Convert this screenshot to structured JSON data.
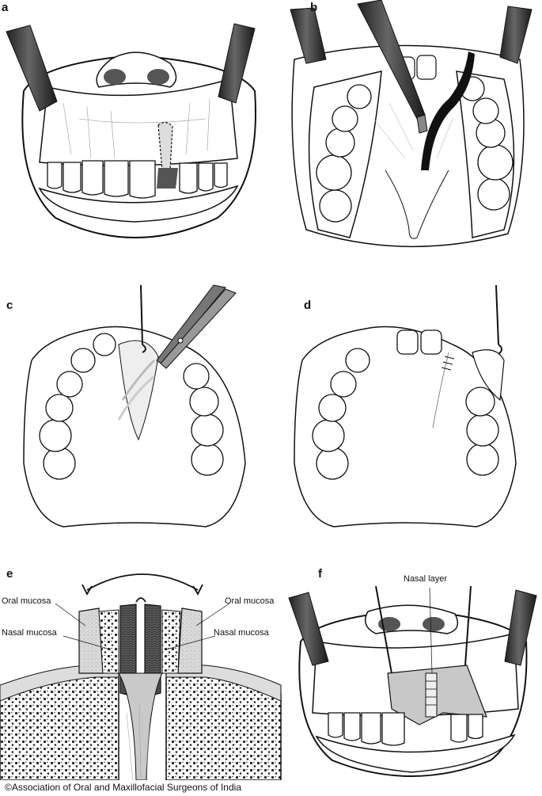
{
  "panels": {
    "a": {
      "letter": "a"
    },
    "b": {
      "letter": "b"
    },
    "c": {
      "letter": "c"
    },
    "d": {
      "letter": "d"
    },
    "e": {
      "letter": "e",
      "labels": {
        "oral_mucosa_left": "Oral mucosa",
        "oral_mucosa_right": "Oral mucosa",
        "nasal_mucosa_left": "Nasal mucosa",
        "nasal_mucosa_right": "Nasal mucosa"
      }
    },
    "f": {
      "letter": "f",
      "labels": {
        "nasal_layer": "Nasal layer"
      }
    }
  },
  "copyright": "©Association of Oral and Maxillofacial Surgeons of India"
}
